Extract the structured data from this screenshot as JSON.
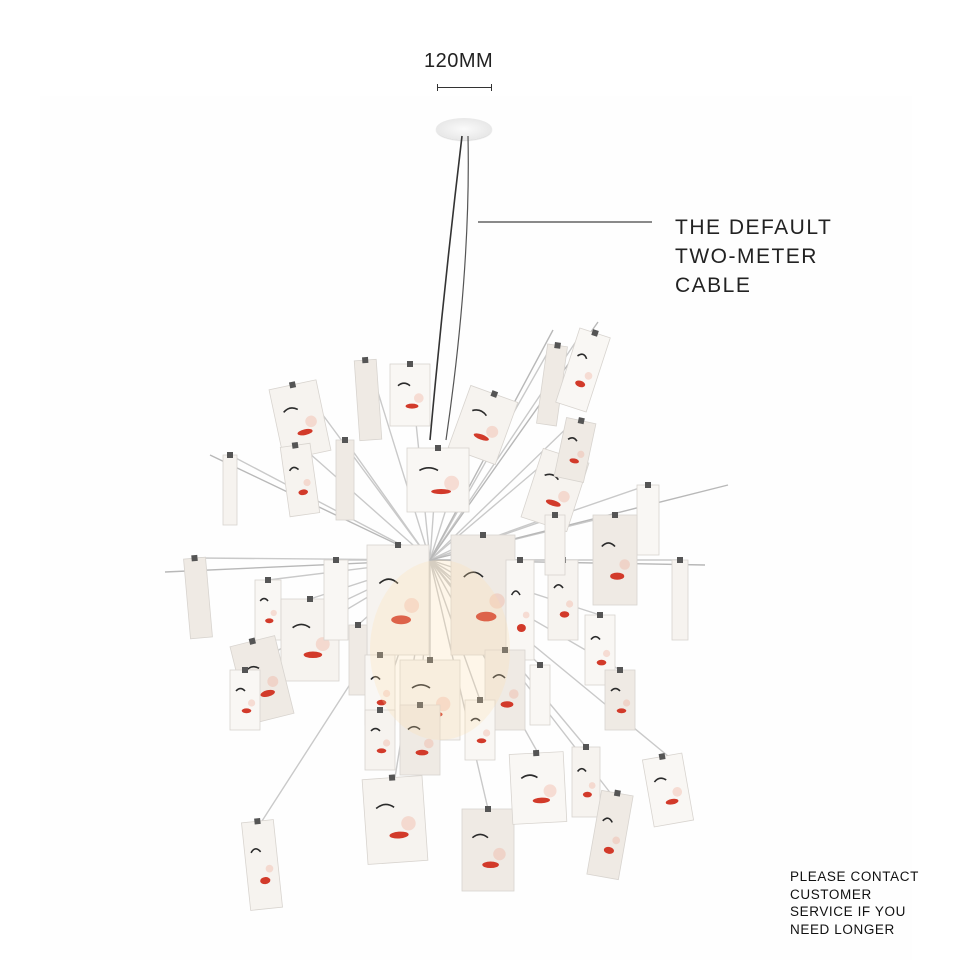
{
  "dimension": {
    "label": "120MM"
  },
  "callout": {
    "text": "THE DEFAULT\nTWO-METER\nCABLE"
  },
  "note": {
    "text": "PLEASE CONTACT\nCUSTOMER\nSERVICE IF YOU\nNEED LONGER"
  },
  "colors": {
    "cable": "#333333",
    "callout_line": "#444444",
    "paper": "#f3f1ee",
    "lips": "#d23a2a",
    "background": "#ffffff"
  }
}
